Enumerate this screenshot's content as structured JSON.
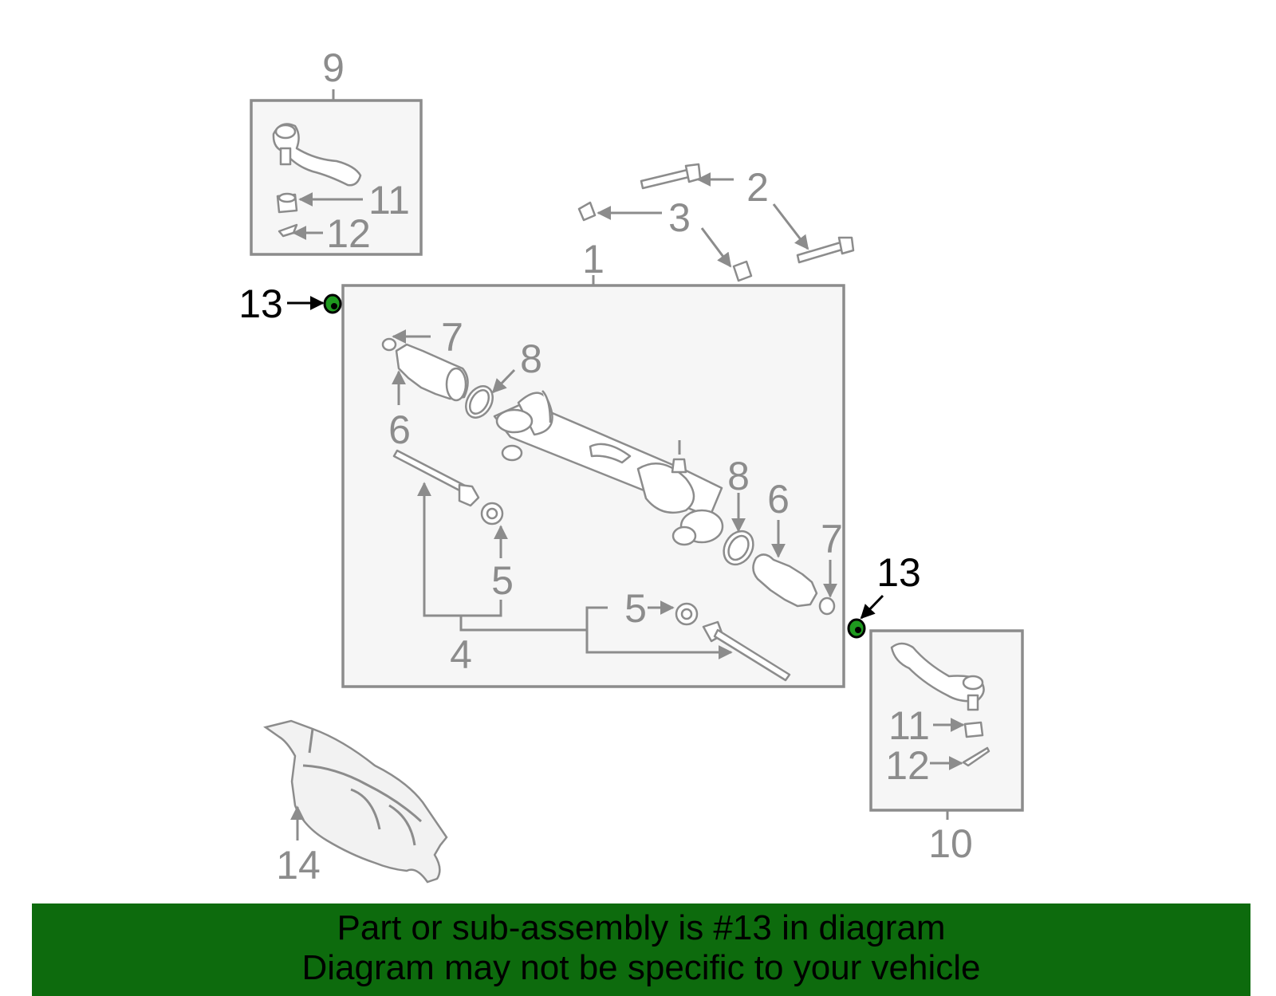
{
  "callouts": {
    "c1": "1",
    "c2": "2",
    "c3": "3",
    "c4": "4",
    "c5a": "5",
    "c5b": "5",
    "c6a": "6",
    "c6b": "6",
    "c7a": "7",
    "c7b": "7",
    "c8a": "8",
    "c8b": "8",
    "c9": "9",
    "c10": "10",
    "c11a": "11",
    "c11b": "11",
    "c12a": "12",
    "c12b": "12",
    "c13a": "13",
    "c13b": "13",
    "c14": "14"
  },
  "highlight": {
    "part_number": "13",
    "color": "#1f9a1f"
  },
  "banner": {
    "line1": "Part or sub-assembly is #13 in diagram",
    "line2": "Diagram may not be specific to your vehicle",
    "background": "#0d6b0d"
  }
}
